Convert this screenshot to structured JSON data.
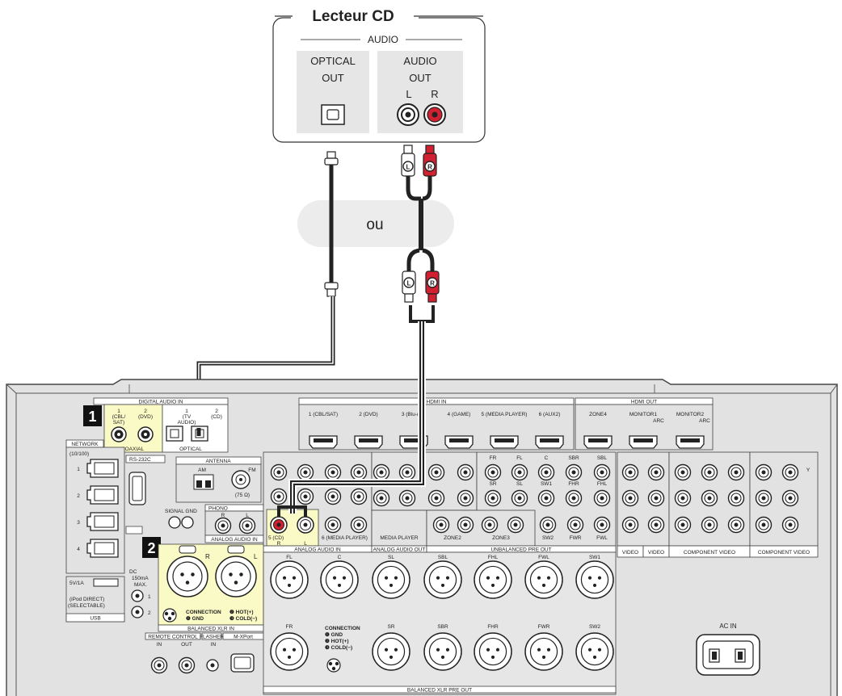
{
  "cd_player": {
    "title": "Lecteur CD",
    "audio_group": "AUDIO",
    "optical_label_1": "OPTICAL",
    "optical_label_2": "OUT",
    "audio_label_1": "AUDIO",
    "audio_label_2": "OUT",
    "left": "L",
    "right": "R"
  },
  "or_label": "ou",
  "plug_letters": {
    "left": "L",
    "right": "R"
  },
  "steps": {
    "one": "1",
    "two": "2"
  },
  "panel": {
    "digital_audio_in": "DIGITAL AUDIO IN",
    "coax1_a": "1",
    "coax1_b": "(CBL/",
    "coax1_c": "SAT)",
    "coax2_a": "2",
    "coax2_b": "(DVD)",
    "coaxial": "COAXIAL",
    "opt1_a": "1",
    "opt1_b": "(TV",
    "opt1_c": "AUDIO)",
    "opt2_a": "2",
    "opt2_b": "(CD)",
    "optical": "OPTICAL",
    "network": "NETWORK",
    "network_speed": "(10/100)",
    "net_ports": [
      "1",
      "2",
      "3",
      "4"
    ],
    "rs232c": "RS-232C",
    "antenna": "ANTENNA",
    "am": "AM",
    "fm": "FM",
    "ohm": "(75 Ω)",
    "signal_gnd": "SIGNAL GND",
    "phono": "PHONO",
    "analog_audio_in_short": "ANALOG AUDIO IN",
    "analog_audio_in": "ANALOG AUDIO IN",
    "analog_audio_out": "ANALOG AUDIO OUT",
    "unbalanced_pre_out": "UNBALANCED PRE OUT",
    "balanced_xlr_in": "BALANCED XLR IN",
    "balanced_xlr_pre_out": "BALANCED XLR PRE OUT",
    "cd_in": "5 (CD)",
    "media_player": "6 (MEDIA PLAYER)",
    "media_player_out": "MEDIA PLAYER",
    "hdmi_in": "HDMI IN",
    "hdmi_in_labels": [
      "1 (CBL/SAT)",
      "2 (DVD)",
      "3 (Blu-ray)",
      "4 (GAME)",
      "5 (MEDIA PLAYER)",
      "6 (AUX2)"
    ],
    "hdmi_out": "HDMI OUT",
    "hdmi_out_labels": [
      "ZONE4",
      "MONITOR1",
      "MONITOR2"
    ],
    "arc": "ARC",
    "usb": "USB",
    "usb_rating": "5V/1A",
    "ipod_direct": "(iPod DIRECT)",
    "selectable": "(SELECTABLE)",
    "dc_out": "DC",
    "dc_rating_1": "150mA",
    "dc_rating_2": "MAX.",
    "remote_control": "REMOTE CONTROL",
    "flasher": "FLASHER",
    "mxport": "M-XPort",
    "in": "IN",
    "out": "OUT",
    "ac_in": "AC IN",
    "connection": "CONNECTION",
    "gnd": "❶ GND",
    "hot": "❷ HOT(+)",
    "cold": "❸ COLD(−)",
    "xlr_in_channels": [
      "R",
      "L"
    ],
    "xlr_out_top": [
      "FL",
      "C",
      "SL",
      "SBL",
      "FHL",
      "FWL",
      "SW1"
    ],
    "xlr_out_bottom": [
      "FR",
      "SR",
      "SBR",
      "FHR",
      "FWR",
      "SW2"
    ],
    "pre_out_top": [
      "FR",
      "FL",
      "C",
      "SBR",
      "SBL"
    ],
    "pre_out_mid": [
      "SR",
      "SL",
      "SW1",
      "FHR",
      "FHL"
    ],
    "pre_out_bottom": [
      "SW2",
      "FWR",
      "FWL"
    ],
    "zone2": "ZONE2",
    "zone3": "ZONE3",
    "video": "VIDEO",
    "component_video": "COMPONENT VIDEO",
    "y": "Y"
  },
  "colors": {
    "highlight": "#fafac6",
    "panel": "#e2e2e2",
    "red_plug": "#d1202f",
    "cable": "#222222",
    "ou_bubble": "#ececec"
  }
}
